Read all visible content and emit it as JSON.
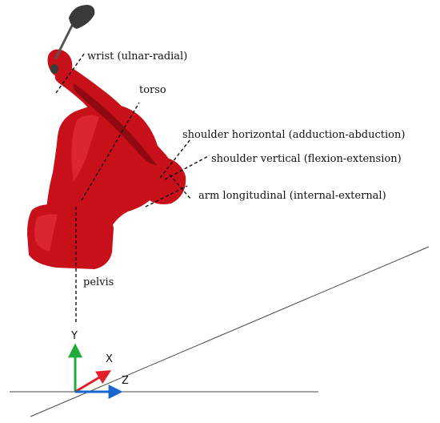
{
  "labels": {
    "wrist": "wrist (ulnar-radial)",
    "torso": "torso",
    "shoulder_horizontal": "shoulder horizontal (adduction-abduction)",
    "shoulder_vertical": "shoulder vertical (flexion-extension)",
    "arm_longitudinal": "arm longitudinal (internal-external)",
    "pelvis": "pelvis"
  },
  "axes": {
    "y": "Y",
    "x": "X",
    "z": "Z"
  },
  "colors": {
    "body": "#c8101a",
    "body_shadow": "#8e0a10",
    "body_highlight": "#e3313a",
    "y_axis": "#1faa3a",
    "x_axis": "#e0202a",
    "z_axis": "#1a66d0",
    "club_head": "#3a3a3a"
  }
}
